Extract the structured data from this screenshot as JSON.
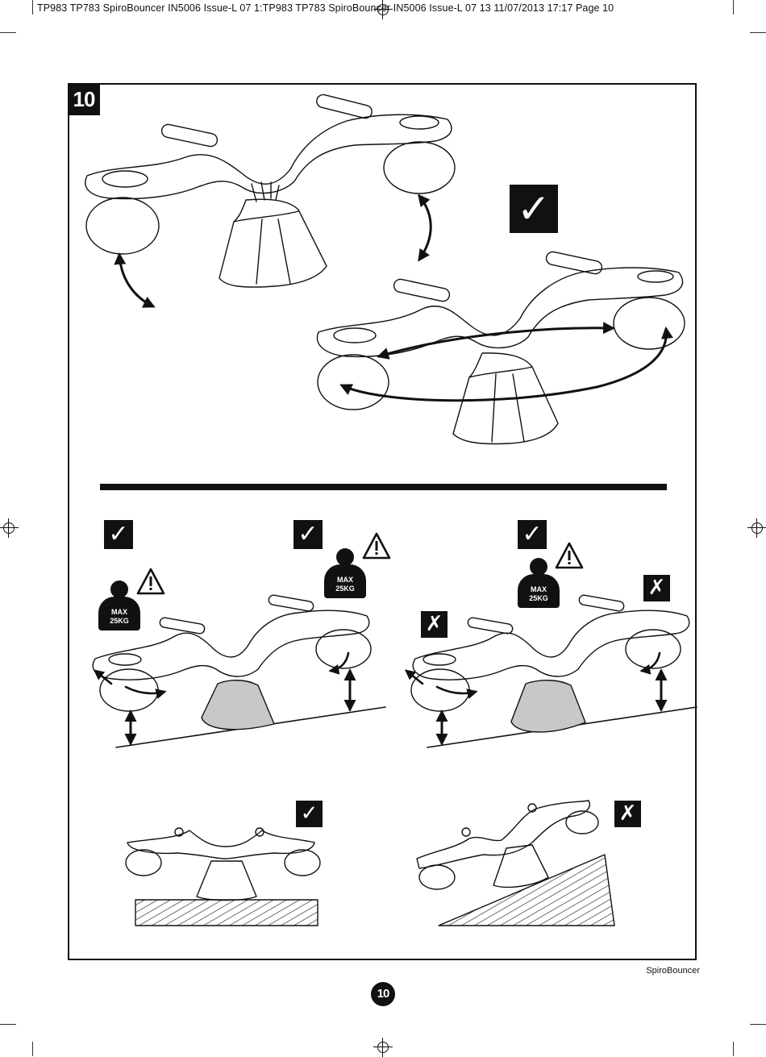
{
  "header": {
    "print_line": "TP983 TP783 SpiroBouncer IN5006 Issue-L 07 1:TP983 TP783 SpiroBouncer IN5006 Issue-L 07 13  11/07/2013  17:17  Page 10"
  },
  "step": {
    "number": "10"
  },
  "icons": {
    "check_mark": "✓",
    "cross_mark": "✗",
    "warning": "warning-triangle-icon"
  },
  "weight_limit": {
    "left": "MAX\n25KG",
    "middle": "MAX\n25KG",
    "right": "MAX\n25KG"
  },
  "footer": {
    "brand": "SpiroBouncer",
    "page_number": "10"
  },
  "colors": {
    "ink": "#111111",
    "base_fill": "#c8c8c8"
  }
}
